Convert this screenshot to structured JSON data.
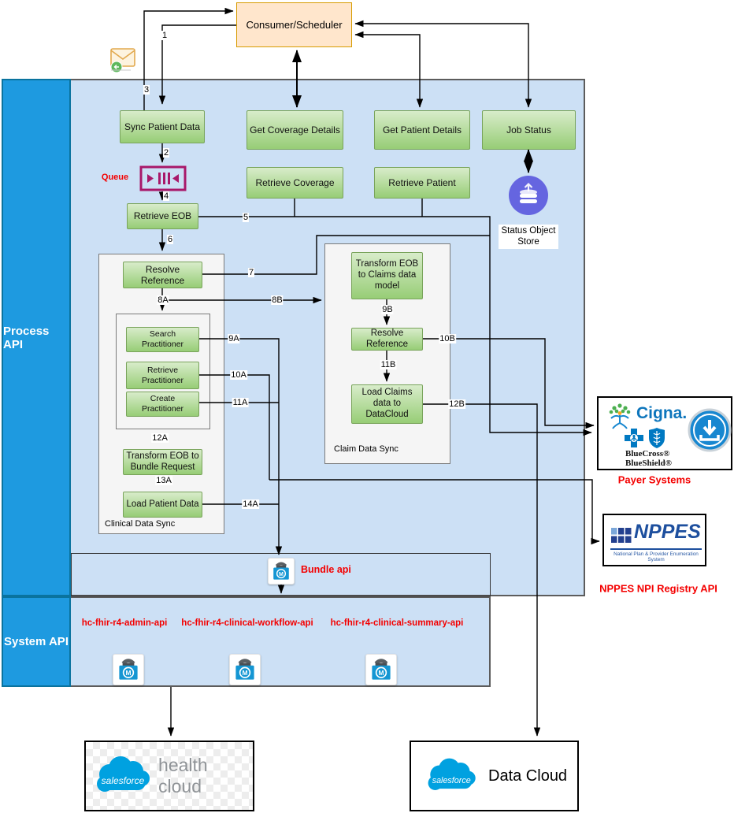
{
  "consumer": {
    "label": "Consumer/Scheduler"
  },
  "regions": {
    "process": "Process API",
    "system": "System API"
  },
  "nodes": {
    "sync_patient": "Sync Patient Data",
    "get_coverage": "Get Coverage Details",
    "get_patient": "Get Patient Details",
    "job_status": "Job Status",
    "retrieve_coverage": "Retrieve Coverage",
    "retrieve_patient": "Retrieve Patient",
    "retrieve_eob": "Retrieve EOB",
    "resolve_reference": "Resolve Reference",
    "search_practitioner": "Search Practitioner",
    "retrieve_practitioner": "Retrieve Practitioner",
    "create_practitioner": "Create Practitioner",
    "transform_bundle": "Transform EOB to Bundle Request",
    "load_patient": "Load Patient Data",
    "transform_claims": "Transform EOB to Claims data model",
    "resolve_reference_claims": "Resolve Reference",
    "load_claims": "Load Claims data to DataCloud"
  },
  "containers": {
    "clinical": "Clinical Data Sync",
    "claim": "Claim Data Sync"
  },
  "queue_label": "Queue",
  "status_store_label": "Status Object Store",
  "bundle_api_label": "Bundle api",
  "system_apis": [
    "hc-fhir-r4-admin-api",
    "hc-fhir-r4-clinical-workflow-api",
    "hc-fhir-r4-clinical-summary-api"
  ],
  "steps": {
    "n1": "1",
    "n2": "2",
    "n3": "3",
    "n4": "4",
    "n5": "5",
    "n6": "6",
    "n7": "7",
    "n8A": "8A",
    "n8B": "8B",
    "n9A": "9A",
    "n9B": "9B",
    "n10A": "10A",
    "n10B": "10B",
    "n11A": "11A",
    "n11B": "11B",
    "n12A": "12A",
    "n12B": "12B",
    "n13A": "13A",
    "n14A": "14A"
  },
  "external": {
    "payer": {
      "label": "Payer Systems",
      "cigna": "Cigna.",
      "bluecross": "BlueCross®",
      "blueshield": "BlueShield®"
    },
    "nppes": {
      "name": "NPPES",
      "tagline": "National Plan & Provider Enumeration System",
      "label": "NPPES NPI Registry API"
    },
    "health_cloud": {
      "brand": "salesforce",
      "label": "health cloud"
    },
    "data_cloud": {
      "brand": "salesforce",
      "label": "Data Cloud"
    }
  },
  "colors": {
    "band_blue": "#1e9ae0",
    "area_blue": "#cce0f5",
    "green_fill": "#97cd76",
    "green_border": "#78a35a",
    "red_label": "#f40000",
    "orange_fill": "#ffe6cc",
    "orange_border": "#d79b00",
    "queue_magenta": "#a8186a",
    "status_purple": "#6565e0",
    "salesforce_blue": "#00a1e0",
    "nppes_blue": "#1d4f9e",
    "bcbs_blue": "#0079c2",
    "cigna_blue": "#0e76bc"
  }
}
